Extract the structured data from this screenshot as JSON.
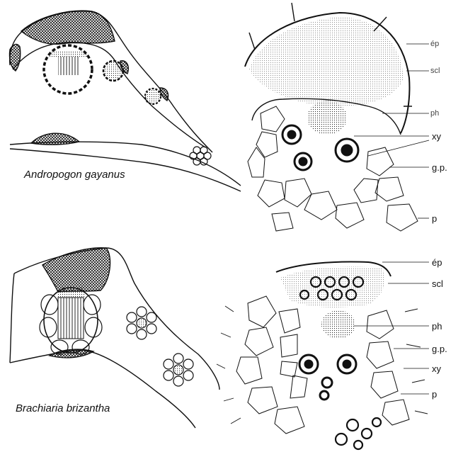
{
  "panels": {
    "top": {
      "species": "Andropogon gayanus",
      "labels": {
        "ep": "ép",
        "scl": "scl",
        "ph": "ph",
        "xy": "xy",
        "gp": "g.p.",
        "p": "p"
      }
    },
    "bottom": {
      "species": "Brachiaria brizantha",
      "labels": {
        "ep": "ép",
        "scl": "scl",
        "ph": "ph",
        "gp": "g.p.",
        "xy": "xy",
        "p": "p"
      }
    }
  },
  "colors": {
    "ink": "#111111",
    "paper": "#ffffff"
  }
}
